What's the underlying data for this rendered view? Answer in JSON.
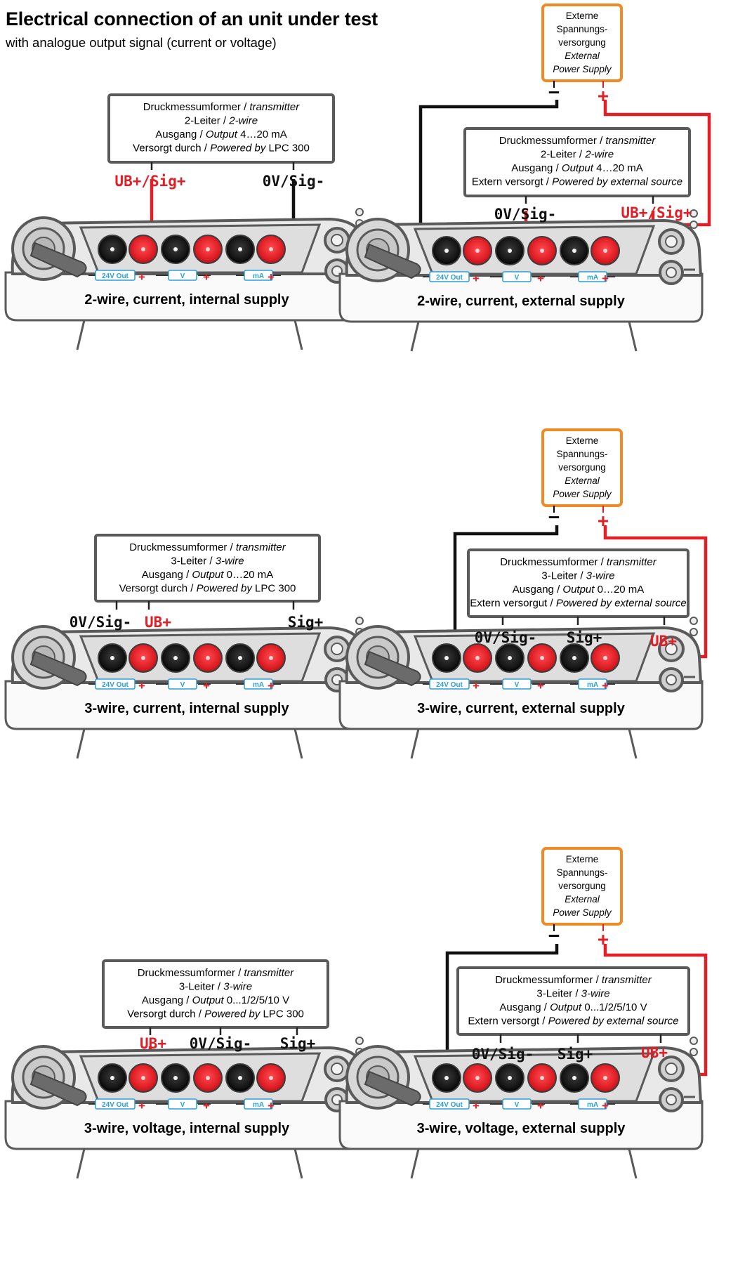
{
  "title": "Electrical connection of an unit under test",
  "subtitle": "with analogue output signal (current or voltage)",
  "colors": {
    "red": "#e01f26",
    "black": "#111111",
    "device": "#5a5a5a",
    "psu_border": "#f08a24",
    "terminal_label": "#2a9fd8"
  },
  "terminal_labels": {
    "t24": "24V Out",
    "v": "V",
    "ma": "mA",
    "plus": "+"
  },
  "power_supply": {
    "line1": "Externe",
    "line2": "Spannungs-",
    "line3": "versorgung",
    "line4": "External",
    "line5": "Power Supply",
    "minus": "—",
    "plus": "+"
  },
  "diagrams": [
    {
      "caption": "2-wire, current, internal supply",
      "tx": {
        "l1a": "Druckmessumformer / ",
        "l1b": "transmitter",
        "l2a": "2-Leiter / ",
        "l2b": "2-wire",
        "l3a": "Ausgang / ",
        "l3b": "Output",
        "l3c": " 4…20 mA",
        "l4a": "Versorgt durch / ",
        "l4b": "Powered by",
        "l4c": " LPC 300"
      },
      "labels": {
        "a": "UB+/Sig+",
        "b": "0V/Sig-"
      }
    },
    {
      "caption": "2-wire, current, external supply",
      "tx": {
        "l1a": "Druckmessumformer / ",
        "l1b": "transmitter",
        "l2a": "2-Leiter / ",
        "l2b": "2-wire",
        "l3a": "Ausgang / ",
        "l3b": "Output",
        "l3c": " 4…20 mA",
        "l4a": "Extern versorgt  / ",
        "l4b": "Powered by external source",
        "l4c": ""
      },
      "labels": {
        "a": "0V/Sig-",
        "b": "UB+/Sig+"
      }
    },
    {
      "caption": "3-wire, current, internal supply",
      "tx": {
        "l1a": "Druckmessumformer / ",
        "l1b": "transmitter",
        "l2a": "3-Leiter / ",
        "l2b": "3-wire",
        "l3a": "Ausgang / ",
        "l3b": "Output",
        "l3c": " 0…20 mA",
        "l4a": "Versorgt durch / ",
        "l4b": "Powered by",
        "l4c": " LPC 300"
      },
      "labels": {
        "a": "0V/Sig-",
        "b": "UB+",
        "c": "Sig+"
      }
    },
    {
      "caption": "3-wire, current, external supply",
      "tx": {
        "l1a": "Druckmessumformer / ",
        "l1b": "transmitter",
        "l2a": "3-Leiter / ",
        "l2b": "3-wire",
        "l3a": "Ausgang / ",
        "l3b": "Output",
        "l3c": " 0…20 mA",
        "l4a": "Extern versorgut / ",
        "l4b": "Powered by external source",
        "l4c": ""
      },
      "labels": {
        "a": "0V/Sig-",
        "b": "Sig+",
        "c": "UB+"
      }
    },
    {
      "caption": "3-wire, voltage, internal supply",
      "tx": {
        "l1a": "Druckmessumformer / ",
        "l1b": "transmitter",
        "l2a": "3-Leiter / ",
        "l2b": "3-wire",
        "l3a": "Ausgang / ",
        "l3b": "Output",
        "l3c": " 0...1/2/5/10 V",
        "l4a": "Versorgt durch / ",
        "l4b": "Powered by",
        "l4c": " LPC 300"
      },
      "labels": {
        "a": "UB+",
        "b": "0V/Sig-",
        "c": "Sig+"
      }
    },
    {
      "caption": "3-wire, voltage, external supply",
      "tx": {
        "l1a": "Druckmessumformer / ",
        "l1b": "transmitter",
        "l2a": "3-Leiter / ",
        "l2b": "3-wire",
        "l3a": "Ausgang / ",
        "l3b": "Output",
        "l3c": " 0...1/2/5/10 V",
        "l4a": "Extern versorgt / ",
        "l4b": "Powered by external source",
        "l4c": ""
      },
      "labels": {
        "a": "0V/Sig-",
        "b": "Sig+",
        "c": "UB+"
      }
    }
  ]
}
